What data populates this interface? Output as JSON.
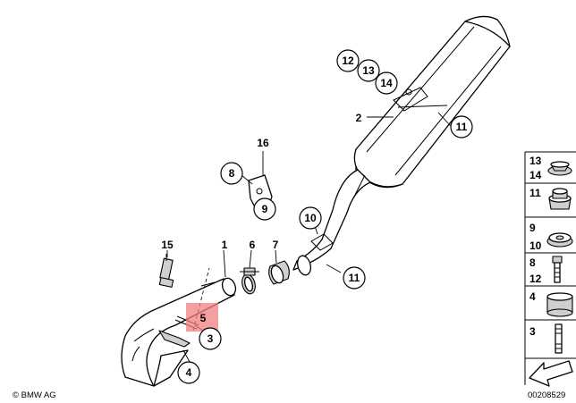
{
  "callouts": {
    "c12": "12",
    "c13": "13",
    "c14": "14",
    "c2": "2",
    "c11a": "11",
    "c16": "16",
    "c8": "8",
    "c9": "9",
    "c10": "10",
    "c15": "15",
    "c1": "1",
    "c6": "6",
    "c7": "7",
    "c11b": "11",
    "c5": "5",
    "c3": "3",
    "c4": "4"
  },
  "highlight_color": "#f08080",
  "side_panel": {
    "row1": [
      "13",
      "14"
    ],
    "row2": [
      "11"
    ],
    "row3": [
      "9",
      "10"
    ],
    "row4": [
      "8",
      "12"
    ],
    "row5": [
      "4"
    ],
    "row6": [
      "3"
    ]
  },
  "footer": {
    "copyright": "© BMW AG",
    "code": "00208529"
  }
}
